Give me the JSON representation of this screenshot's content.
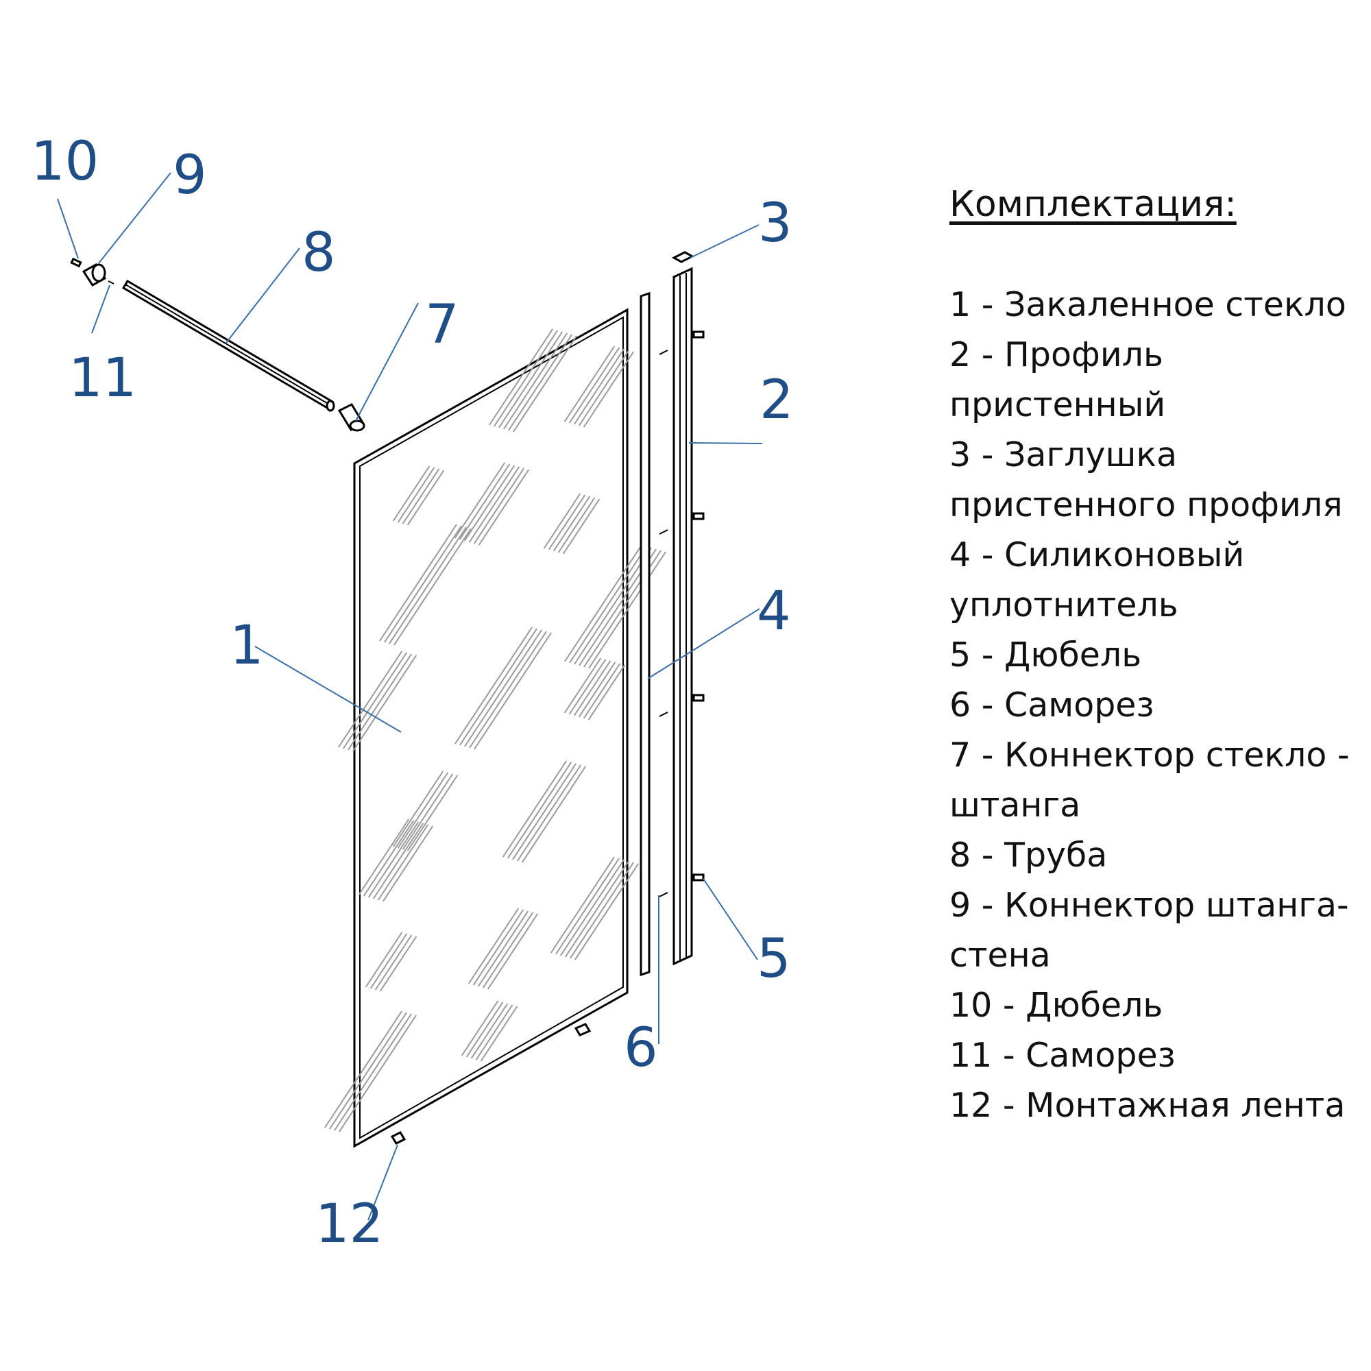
{
  "colors": {
    "callout": "#1f4e86",
    "leader": "#3b6fa8",
    "outline": "#000000",
    "text": "#111111"
  },
  "legend": {
    "title": "Комплектация:",
    "items": [
      "1 - Закаленное стекло",
      "2 - Профиль пристенный",
      "3 - Заглушка пристенного профиля",
      "4 - Силиконовый уплотнитель",
      "5 - Дюбель",
      "6 - Саморез",
      "7 - Коннектор стекло - штанга",
      "8 - Труба",
      "9 - Коннектор штанга-стена",
      "10 - Дюбель",
      "11 - Саморез",
      "12 - Монтажная лента"
    ]
  },
  "callouts": [
    {
      "id": "glass",
      "label": "1"
    },
    {
      "id": "wall-profile",
      "label": "2"
    },
    {
      "id": "profile-cap",
      "label": "3"
    },
    {
      "id": "silicone-seal",
      "label": "4"
    },
    {
      "id": "profile-dowel",
      "label": "5"
    },
    {
      "id": "profile-screw",
      "label": "6"
    },
    {
      "id": "glass-bar-connector",
      "label": "7"
    },
    {
      "id": "tube",
      "label": "8"
    },
    {
      "id": "bar-wall-connector",
      "label": "9"
    },
    {
      "id": "bar-dowel",
      "label": "10"
    },
    {
      "id": "bar-screw",
      "label": "11"
    },
    {
      "id": "mounting-tape",
      "label": "12"
    }
  ]
}
